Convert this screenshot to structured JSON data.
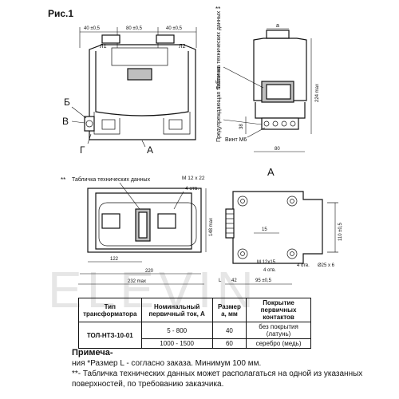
{
  "figure": {
    "title": "Рис.1",
    "views": {
      "front": {
        "dims": [
          "40 ±0,5",
          "80 ±0,5",
          "40 ±0,5"
        ],
        "terminals": [
          "Л1",
          "Л2"
        ],
        "letters": [
          "Б",
          "В",
          "Г",
          "А"
        ]
      },
      "side": {
        "top_dim": "а",
        "labels": [
          "Табличка технических данных",
          "Предупреждающая табличка",
          "Винт М6"
        ],
        "note_marks": [
          "**"
        ],
        "dims": [
          "224 max",
          "38",
          "80"
        ]
      },
      "view_a": "А",
      "plan": {
        "labels": [
          "Табличка технических данных",
          "М 12 х 22",
          "4 отв."
        ],
        "note_marks": [
          "**"
        ],
        "dims": [
          "148 max",
          "122",
          "220",
          "232 max"
        ]
      },
      "base": {
        "labels": [
          "М 12х15",
          "4 отв.",
          "4 отв.",
          "Ø25 х 6"
        ],
        "dims": [
          "15",
          "110 ±0,5",
          "42",
          "95 ±0,5",
          "L"
        ]
      }
    },
    "watermark": "ELEVIN"
  },
  "table": {
    "headers": [
      "Тип трансформатора",
      "Номинальный первичный ток, А",
      "Размер а, мм",
      "Покрытие первичных контактов"
    ],
    "type": "ТОЛ-НТЗ-10-01",
    "rows": [
      {
        "current": "5 - 800",
        "size": "40",
        "coating": "без покрытия (латунь)"
      },
      {
        "current": "1000 - 1500",
        "size": "60",
        "coating": "серебро (медь)"
      }
    ]
  },
  "notes": {
    "title": "Примеча-",
    "line1_mark": "ния *",
    "line1": "Размер L - согласно заказа. Минимум 100 мм.",
    "line2": "**- Табличка технических данных может располагаться на одной из указанных поверхностей, по требованию заказчика."
  }
}
